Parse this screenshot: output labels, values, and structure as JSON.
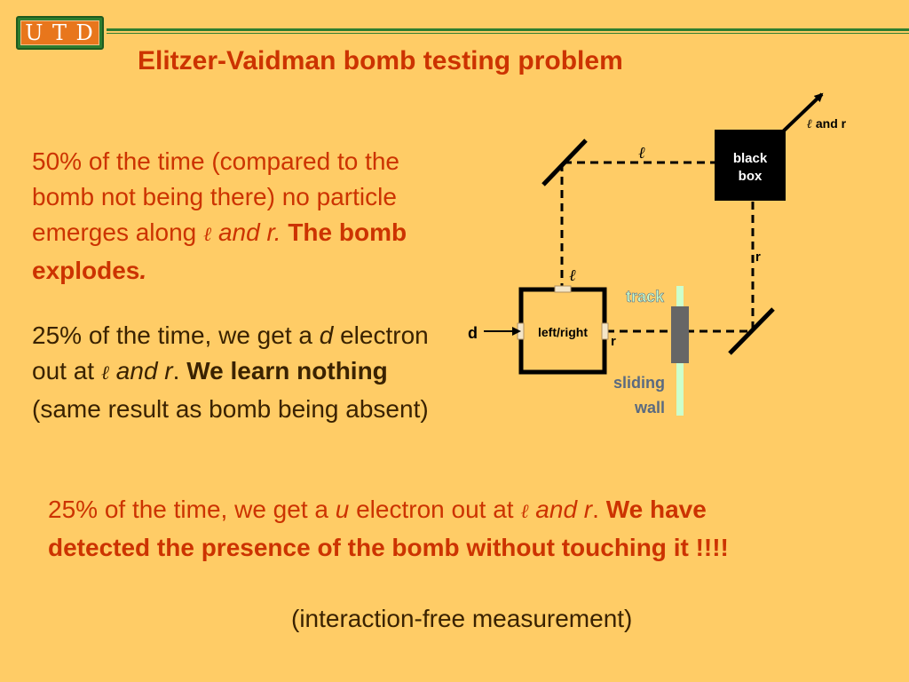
{
  "logo": {
    "letters": [
      "U",
      "T",
      "D"
    ]
  },
  "slide": {
    "title": "Elitzer-Vaidman bomb testing problem"
  },
  "para1": {
    "t1": "50% of the time (compared to the bomb not being there) no particle emerges along ",
    "ell": "ℓ",
    "and_word": " and",
    "r_word": "r.",
    "bold": " The bomb explodes",
    "end": "."
  },
  "para2": {
    "t1": "25% of the time, we get a ",
    "d": "d",
    "t2": " electron out at ",
    "ell": "ℓ",
    "and_r": " and r",
    "dot": ". ",
    "bold": "We learn nothing",
    "t3": " (same result as bomb being absent)"
  },
  "para3": {
    "t1": "25% of the time, we get a ",
    "u": "u",
    "t2": " electron out at ",
    "ell": "ℓ",
    "and_r": " and r",
    "dot": ". ",
    "bold": "We have detected the presence of the bomb without touching it !!!!"
  },
  "para4": {
    "text": "(interaction-free measurement)"
  },
  "diagram": {
    "black_box": [
      "black",
      "box"
    ],
    "output_label_ell": "ℓ",
    "output_label_rest": " and r",
    "path_ell_top": "ℓ",
    "path_ell_left": "ℓ",
    "path_r_right": "r",
    "path_r_box": "r",
    "input_label": "d",
    "splitter_label": "left/right",
    "track_label": "track",
    "wall_label": [
      "sliding",
      "wall"
    ]
  },
  "colors": {
    "background": "#FFCC66",
    "accent": "#CC3300",
    "logo_green": "#2f7d2f",
    "logo_orange": "#e8761c",
    "track": "#CCFFCC",
    "wall": "#666666",
    "muted": "#5a6a80"
  }
}
